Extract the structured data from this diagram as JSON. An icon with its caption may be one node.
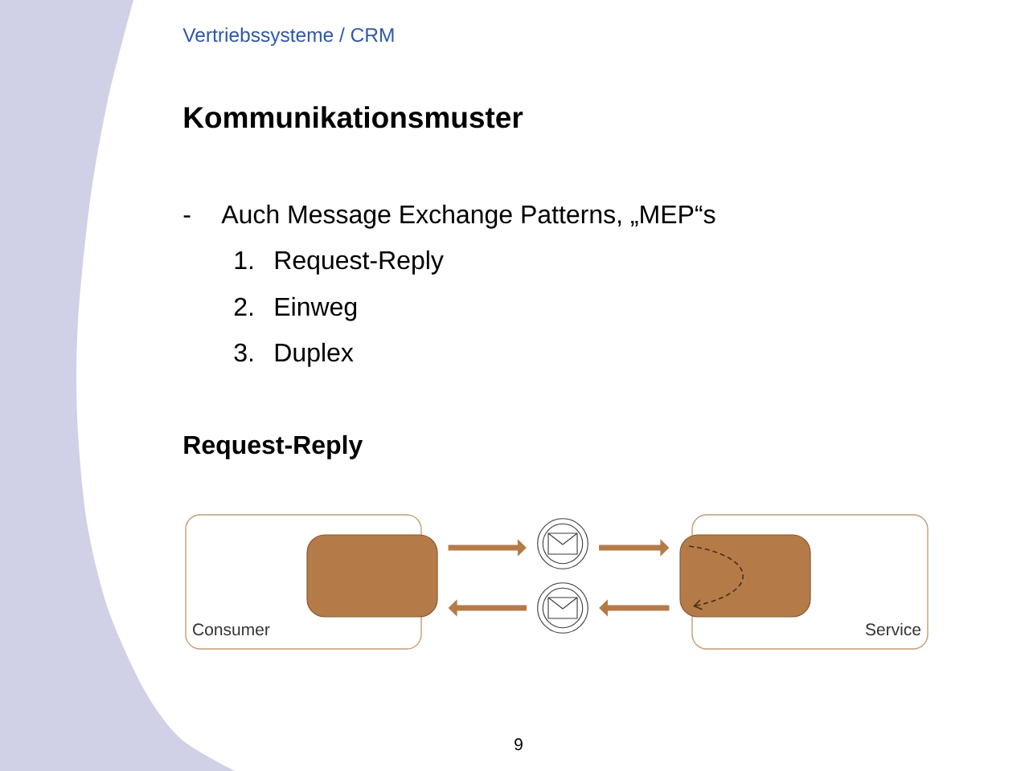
{
  "diagram": {
    "title": "Kommunikationsmuster",
    "nodes": [
      {
        "text": [
          "Consumer"
        ]
      },
      {
        "text": [],
        "shape": "box"
      },
      {
        "text": [],
        "shape": "circle"
      },
      {
        "text": [],
        "shape": "circle"
      },
      {
        "text": [
          "Service"
        ]
      },
      {
        "text": [],
        "shape": "box"
      }
    ],
    "edges": [
      {
        "from": 1,
        "to": 2,
        "arrow": "to"
      },
      {
        "from": 2,
        "to": 5,
        "arrow": "to"
      },
      {
        "from": 5,
        "to": 3,
        "arrow": "to"
      },
      {
        "from": 3,
        "to": 1,
        "arrow": "to"
      }
    ],
    "labels": [
      "Vertriebssysteme / CRM",
      "-",
      "Auch Message Exchange Patterns, „MEP“s",
      "1.",
      "Request-Reply",
      "2.",
      "Einweg",
      "3.",
      "Duplex",
      "Request-Reply",
      "9"
    ]
  }
}
